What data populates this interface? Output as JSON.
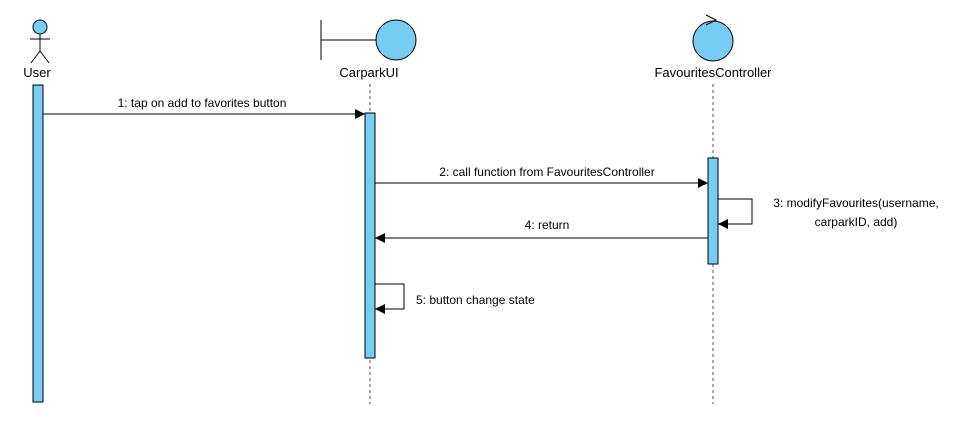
{
  "colors": {
    "fill": "#75CDF4",
    "stroke": "#000000",
    "lifeline": "#555555",
    "background": "#FFFFFF"
  },
  "participants": [
    {
      "id": "user",
      "name": "User",
      "kind": "actor-icon"
    },
    {
      "id": "ui",
      "name": "CarparkUI",
      "kind": "boundary-icon"
    },
    {
      "id": "ctrl",
      "name": "FavouritesController",
      "kind": "control-icon"
    }
  ],
  "messages": [
    {
      "id": "m1",
      "label": "1: tap on add to favorites button",
      "from": "user",
      "to": "ui",
      "type": "call"
    },
    {
      "id": "m2",
      "label": "2: call function from FavouritesController",
      "from": "ui",
      "to": "ctrl",
      "type": "call"
    },
    {
      "id": "m3",
      "label_lines": [
        "3: modifyFavourites(username,",
        "carparkID, add)"
      ],
      "from": "ctrl",
      "to": "ctrl",
      "type": "self"
    },
    {
      "id": "m4",
      "label": "4: return",
      "from": "ctrl",
      "to": "ui",
      "type": "return"
    },
    {
      "id": "m5",
      "label": "5: button change state",
      "from": "ui",
      "to": "ui",
      "type": "self"
    }
  ]
}
